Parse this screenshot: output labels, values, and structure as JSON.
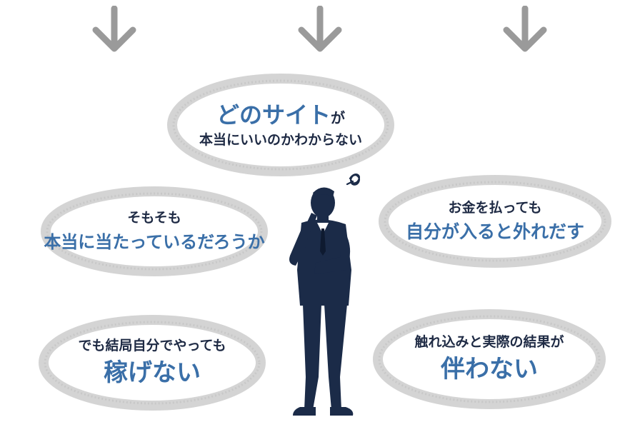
{
  "colors": {
    "arrow": "#9a9a9a",
    "ring": "#d4d4d4",
    "text_dark": "#1e2a44",
    "text_blue": "#3a6fa8",
    "silhouette": "#1b2b48"
  },
  "arrows": [
    "arrow-down-icon",
    "arrow-down-icon",
    "arrow-down-icon"
  ],
  "bubbles": {
    "top": {
      "highlight": "どのサイト",
      "suffix": "が",
      "line2": "本当にいいのかわからない"
    },
    "left_mid": {
      "line1": "そもそも",
      "line2": "本当に当たっているだろうか"
    },
    "right_mid": {
      "line1": "お金を払っても",
      "line2": "自分が入ると外れだす"
    },
    "left_bottom": {
      "line1": "でも結局自分でやっても",
      "line2": "稼げない"
    },
    "right_bottom": {
      "line1": "触れ込みと実際の結果が",
      "line2": "伴わない"
    }
  },
  "figure": {
    "icon": "worried-businessman-icon",
    "thought_icon": "scribble-icon"
  }
}
